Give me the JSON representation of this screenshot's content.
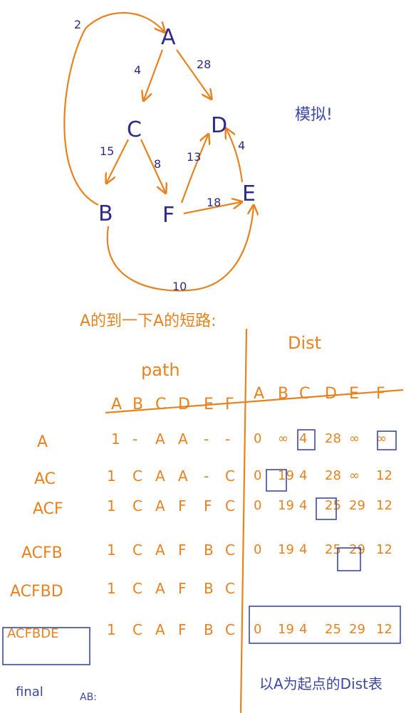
{
  "graph": {
    "nodes": [
      {
        "id": "A",
        "label": "A"
      },
      {
        "id": "C",
        "label": "C"
      },
      {
        "id": "D",
        "label": "D"
      },
      {
        "id": "B",
        "label": "B"
      },
      {
        "id": "F",
        "label": "F"
      },
      {
        "id": "E",
        "label": "E"
      }
    ],
    "edges": [
      {
        "from": "A",
        "to": "C",
        "weight": "4"
      },
      {
        "from": "A",
        "to": "D",
        "weight": "28"
      },
      {
        "from": "C",
        "to": "B",
        "weight": "15"
      },
      {
        "from": "C",
        "to": "F",
        "weight": "8"
      },
      {
        "from": "F",
        "to": "D",
        "weight": "13"
      },
      {
        "from": "E",
        "to": "D",
        "weight": "4"
      },
      {
        "from": "F",
        "to": "E",
        "weight": "18"
      },
      {
        "from": "B",
        "to": "E",
        "weight": "10"
      },
      {
        "from": "B",
        "to": "A",
        "weight": "2"
      }
    ]
  },
  "note_simulate": "模拟!",
  "title_shortest": "A的到一下A的短路:",
  "path_heading": "path",
  "dist_heading": "Dist",
  "columns": [
    "A",
    "B",
    "C",
    "D",
    "E",
    "F"
  ],
  "rows": [
    {
      "label": "A",
      "path": [
        "1",
        "-",
        "A",
        "A",
        "-",
        "-"
      ],
      "dist": [
        "0",
        "∞",
        "4",
        "28",
        "∞",
        "∞"
      ]
    },
    {
      "label": "AC",
      "path": [
        "1",
        "C",
        "A",
        "A",
        "-",
        "C"
      ],
      "dist": [
        "0",
        "19",
        "4",
        "28",
        "∞",
        "12"
      ]
    },
    {
      "label": "ACF",
      "path": [
        "1",
        "C",
        "A",
        "F",
        "F",
        "C"
      ],
      "dist": [
        "0",
        "19",
        "4",
        "25",
        "29",
        "12"
      ]
    },
    {
      "label": "ACFB",
      "path": [
        "1",
        "C",
        "A",
        "F",
        "B",
        "C"
      ],
      "dist": [
        "0",
        "19",
        "4",
        "25",
        "29",
        "12"
      ]
    },
    {
      "label": "ACFBD",
      "path": [
        "1",
        "C",
        "A",
        "F",
        "B",
        "C"
      ],
      "dist": []
    },
    {
      "label": "ACFBDE",
      "path": [
        "1",
        "C",
        "A",
        "F",
        "B",
        "C"
      ],
      "dist": [
        "0",
        "19",
        "4",
        "25",
        "29",
        "12"
      ]
    }
  ],
  "final_label": "final",
  "ab_note": "AB:",
  "bottom_note": "以A为起点的Dist表",
  "colors": {
    "orange": "#e8821e",
    "blue": "#2d2a8a",
    "light_blue": "#3a47a8"
  }
}
